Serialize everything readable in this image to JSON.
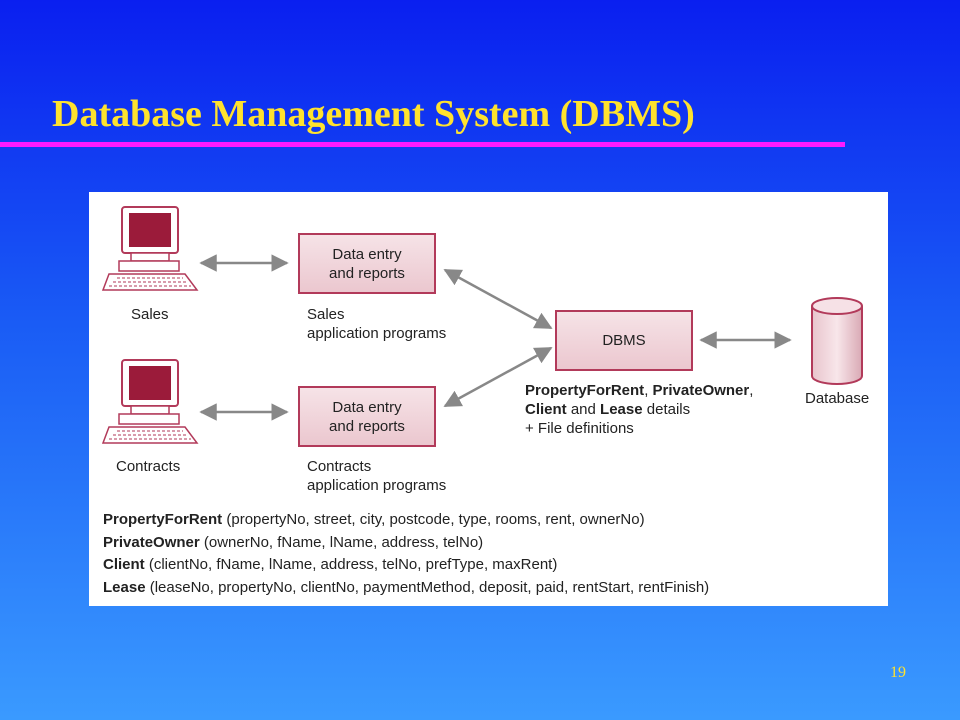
{
  "slide": {
    "title": "Database Management System (DBMS)",
    "page_number": "19",
    "title_color": "#ffe22e",
    "rule_color": "#ff1aff"
  },
  "diagram": {
    "nodes": {
      "sales_terminal": {
        "label": "Sales",
        "icon": "computer-terminal-icon"
      },
      "contracts_terminal": {
        "label": "Contracts",
        "icon": "computer-terminal-icon"
      },
      "sales_app": {
        "box_line1": "Data entry",
        "box_line2": "and reports",
        "caption_line1": "Sales",
        "caption_line2": "application programs"
      },
      "contracts_app": {
        "box_line1": "Data entry",
        "box_line2": "and reports",
        "caption_line1": "Contracts",
        "caption_line2": "application programs"
      },
      "dbms": {
        "label": "DBMS",
        "desc_line1_a": "PropertyForRent",
        "desc_line1_b": ", ",
        "desc_line1_c": "PrivateOwner",
        "desc_line1_d": ",",
        "desc_line2_a": "Client",
        "desc_line2_b": " and ",
        "desc_line2_c": "Lease",
        "desc_line2_d": " details",
        "desc_line3": "+ File definitions"
      },
      "database": {
        "label": "Database",
        "icon": "database-cylinder-icon"
      }
    },
    "edges": [
      {
        "from": "sales_terminal",
        "to": "sales_app",
        "type": "bidirectional"
      },
      {
        "from": "contracts_terminal",
        "to": "contracts_app",
        "type": "bidirectional"
      },
      {
        "from": "sales_app",
        "to": "dbms",
        "type": "bidirectional"
      },
      {
        "from": "contracts_app",
        "to": "dbms",
        "type": "bidirectional"
      },
      {
        "from": "dbms",
        "to": "database",
        "type": "bidirectional"
      }
    ],
    "schema": [
      {
        "name": "PropertyForRent",
        "fields": " (propertyNo, street, city, postcode, type, rooms, rent, ownerNo)"
      },
      {
        "name": "PrivateOwner",
        "fields": " (ownerNo, fName, lName, address, telNo)"
      },
      {
        "name": "Client",
        "fields": " (clientNo, fName, lName, address, telNo, prefType, maxRent)"
      },
      {
        "name": "Lease",
        "fields": " (leaseNo, propertyNo, clientNo, paymentMethod, deposit, paid, rentStart, rentFinish)"
      }
    ],
    "colors": {
      "box_border": "#b23a5a",
      "screen": "#9b1b3a",
      "arrow": "#888888"
    }
  }
}
